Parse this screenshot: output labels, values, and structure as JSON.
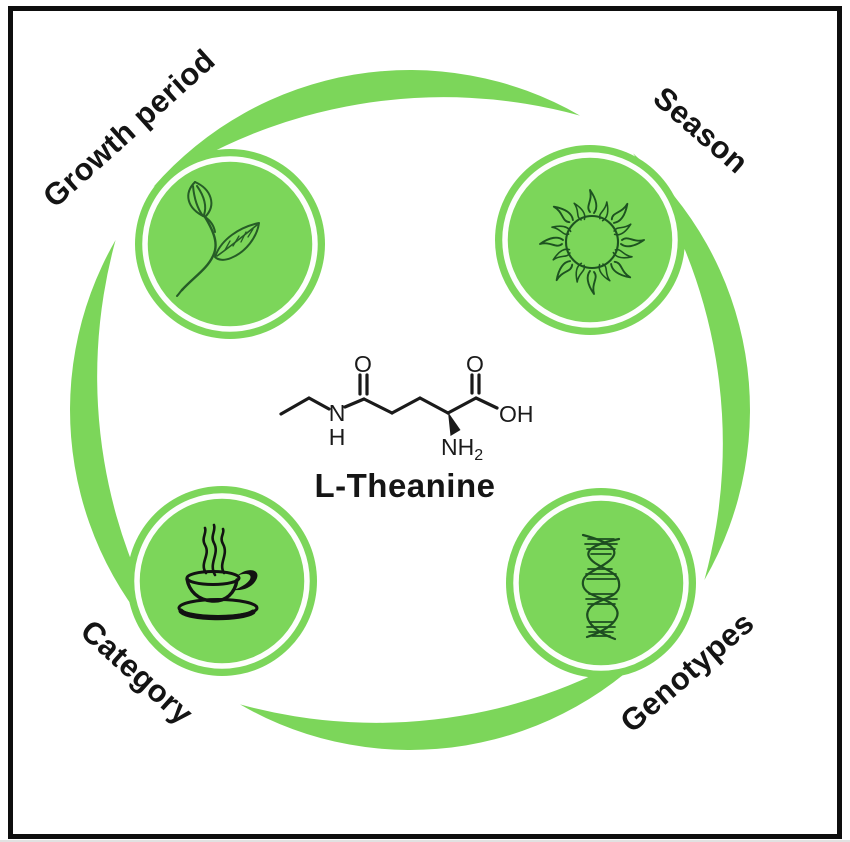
{
  "figure": {
    "compound": {
      "name": "L-Theanine",
      "atoms": {
        "amide_o": "O",
        "acid_o": "O",
        "n": "N",
        "nh_h": "H",
        "oh": "OH",
        "amine_nh": "NH",
        "amine_sub": "2"
      }
    },
    "factors": [
      {
        "label": "Growth period",
        "icon": "tea-sprout-icon",
        "position": "top-left"
      },
      {
        "label": "Season",
        "icon": "sun-icon",
        "position": "top-right"
      },
      {
        "label": "Category",
        "icon": "tea-cup-icon",
        "position": "bottom-left"
      },
      {
        "label": "Genotypes",
        "icon": "dna-icon",
        "position": "bottom-right"
      }
    ],
    "colors": {
      "accent_green": "#7CD65A",
      "sketch_green": "#265c26",
      "ink": "#141414",
      "ring_white": "#FDFEFC",
      "frame_black": "#0e0e0e"
    }
  }
}
